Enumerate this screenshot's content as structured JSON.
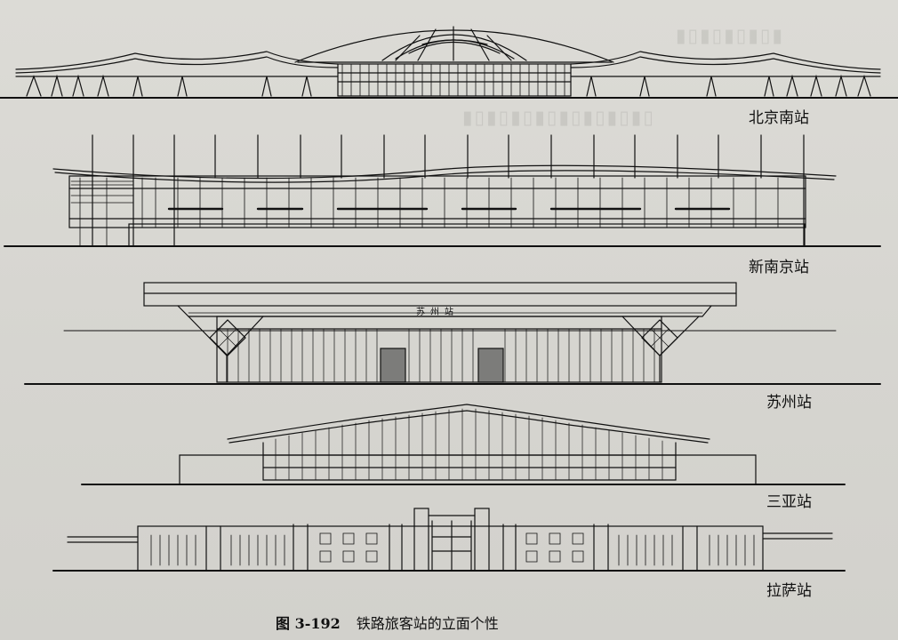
{
  "stations": [
    {
      "name": "北京南站"
    },
    {
      "name": "新南京站"
    },
    {
      "name": "苏州站",
      "signage": "苏州站"
    },
    {
      "name": "三亚站"
    },
    {
      "name": "拉萨站"
    }
  ],
  "figure": {
    "number": "图 3-192",
    "caption": "铁路旅客站的立面个性"
  },
  "colors": {
    "paper": "#d8d7d2",
    "ink": "#111111"
  }
}
